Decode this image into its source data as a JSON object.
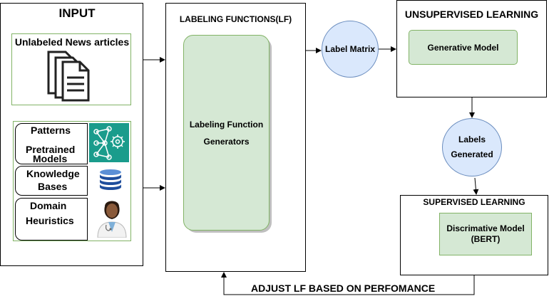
{
  "input": {
    "title": "INPUT",
    "news_label": "Unlabeled News articles",
    "sources": [
      {
        "label": "Patterns",
        "label2": "Pretrained",
        "label3": "Models"
      },
      {
        "label": "Knowledge",
        "label2": "Bases"
      },
      {
        "label": "Domain",
        "label2": "Heuristics"
      }
    ]
  },
  "lf": {
    "title": "LABELING FUNCTIONS(LF)",
    "generator_line1": "Labeling Function",
    "generator_line2": "Generators"
  },
  "label_matrix": "Label Matrix",
  "unsupervised": {
    "title": "UNSUPERVISED LEARNING",
    "model": "Generative Model"
  },
  "labels_generated": {
    "line1": "Labels",
    "line2": "Generated"
  },
  "supervised": {
    "title": "SUPERVISED LEARNING",
    "model_line1": "Discrimative Model",
    "model_line2": "(BERT)"
  },
  "feedback": "ADJUST LF BASED ON PERFOMANCE",
  "icons": [
    "documents-icon",
    "neural-network-gear-icon",
    "database-icon",
    "doctor-icon"
  ],
  "colors": {
    "green_fill": "#d5e8d4",
    "green_border": "#82b366",
    "blue_fill": "#dae8fc",
    "blue_border": "#6c8ebf",
    "teal": "#1a9c8c"
  }
}
